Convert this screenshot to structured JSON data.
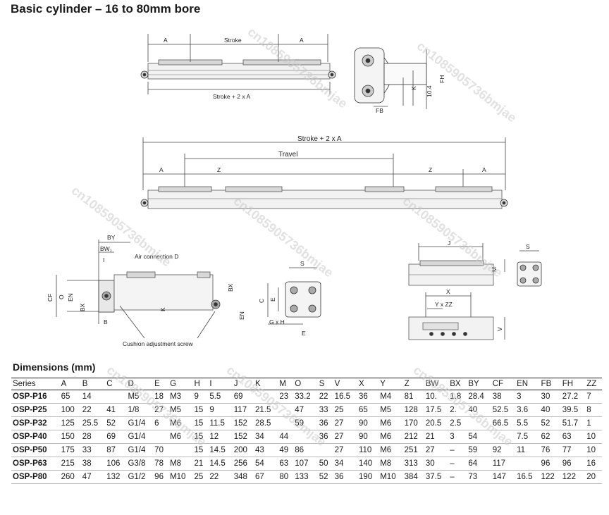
{
  "title": "Basic cylinder – 16 to 80mm bore",
  "dimensions_title": "Dimensions (mm)",
  "watermark": "cn1085905736bmjae",
  "drawing_labels": {
    "top_A_left": "A",
    "top_stroke": "Stroke",
    "top_A_right": "A",
    "top_stroke_2A": "Stroke + 2 x A",
    "end_FH": "FH",
    "end_K": "K",
    "end_104": "10.4",
    "end_FB": "FB",
    "mid_stroke_2A": "Stroke + 2 x A",
    "mid_travel": "Travel",
    "mid_A_left": "A",
    "mid_Z_left": "Z",
    "mid_Z_right": "Z",
    "mid_A_right": "A",
    "det_BY": "BY",
    "det_BW": "BW₁",
    "det_I": "I",
    "det_air": "Air connection D",
    "det_CF": "CF",
    "det_O": "O",
    "det_EN": "EN",
    "det_BX": "BX",
    "det_B": "B",
    "det_K": "K",
    "det_BX2": "BX",
    "det_EN2": "EN",
    "det_cushion": "Cushion adjustment screw",
    "sq_S": "S",
    "sq_C": "C",
    "sq_E": "E",
    "sq_GxH": "G x H",
    "sq_E2": "E",
    "r_J": "J",
    "r_M": "M",
    "r_S": "S",
    "r_X": "X",
    "r_YxZZ": "Y x ZZ",
    "r_V": "V"
  },
  "table": {
    "headers": [
      "Series",
      "A",
      "B",
      "C",
      "D",
      "E",
      "G",
      "H",
      "I",
      "J",
      "K",
      "M",
      "O",
      "S",
      "V",
      "X",
      "Y",
      "Z",
      "BW",
      "BX",
      "BY",
      "CF",
      "EN",
      "FB",
      "FH",
      "ZZ"
    ],
    "rows": [
      [
        "OSP-P16",
        "65",
        "14",
        "",
        "M5",
        "18",
        "M3",
        "9",
        "5.5",
        "69",
        "",
        "23",
        "33.2",
        "22",
        "16.5",
        "36",
        "M4",
        "81",
        "10.",
        "1.8",
        "28.4",
        "38",
        "3",
        "30",
        "27.2",
        "7"
      ],
      [
        "OSP-P25",
        "100",
        "22",
        "41",
        "1/8",
        "27",
        "M5",
        "15",
        "9",
        "117",
        "21.5",
        "",
        "47",
        "33",
        "25",
        "65",
        "M5",
        "128",
        "17.5",
        "2.",
        "40",
        "52.5",
        "3.6",
        "40",
        "39.5",
        "8"
      ],
      [
        "OSP-P32",
        "125",
        "25.5",
        "52",
        "G1/4",
        "6",
        "M6",
        "15",
        "11.5",
        "152",
        "28.5",
        "",
        "59",
        "36",
        "27",
        "90",
        "M6",
        "170",
        "20.5",
        "2.5",
        "",
        "66.5",
        "5.5",
        "52",
        "51.7",
        "1"
      ],
      [
        "OSP-P40",
        "150",
        "28",
        "69",
        "G1/4",
        "",
        "M6",
        "15",
        "12",
        "152",
        "34",
        "44",
        "",
        "36",
        "27",
        "90",
        "M6",
        "212",
        "21",
        "3",
        "54",
        "",
        "7.5",
        "62",
        "63",
        "10"
      ],
      [
        "OSP-P50",
        "175",
        "33",
        "87",
        "G1/4",
        "70",
        "",
        "15",
        "14.5",
        "200",
        "43",
        "49",
        "86",
        "",
        "27",
        "110",
        "M6",
        "251",
        "27",
        "–",
        "59",
        "92",
        "11",
        "76",
        "77",
        "10"
      ],
      [
        "OSP-P63",
        "215",
        "38",
        "106",
        "G3/8",
        "78",
        "M8",
        "21",
        "14.5",
        "256",
        "54",
        "63",
        "107",
        "50",
        "34",
        "140",
        "M8",
        "313",
        "30",
        "–",
        "64",
        "117",
        "",
        "96",
        "96",
        "16"
      ],
      [
        "OSP-P80",
        "260",
        "47",
        "132",
        "G1/2",
        "96",
        "M10",
        "25",
        "22",
        "348",
        "67",
        "80",
        "133",
        "52",
        "36",
        "190",
        "M10",
        "384",
        "37.5",
        "–",
        "73",
        "147",
        "16.5",
        "122",
        "122",
        "20"
      ]
    ]
  }
}
